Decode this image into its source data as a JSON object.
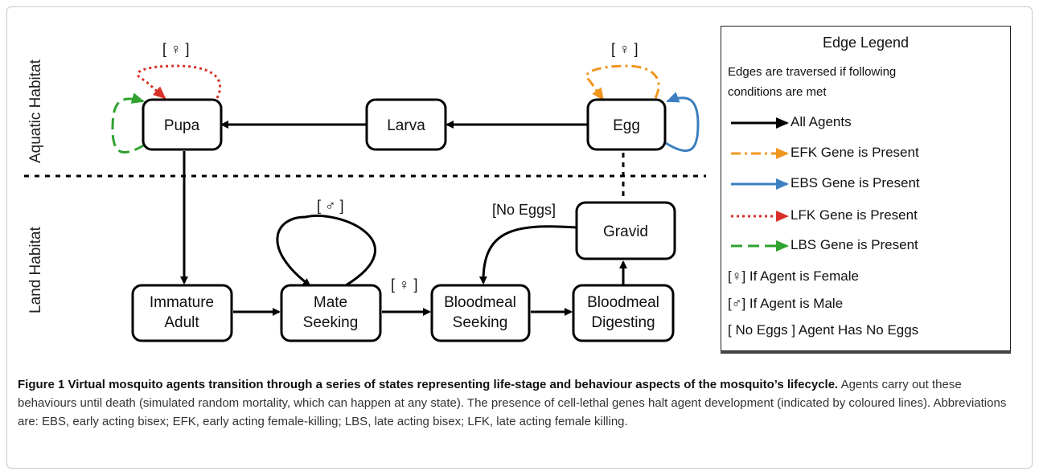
{
  "nodes": {
    "pupa": "Pupa",
    "larva": "Larva",
    "egg": "Egg",
    "gravid": "Gravid",
    "immature_adult": [
      "Immature",
      "Adult"
    ],
    "mate_seeking": [
      "Mate",
      "Seeking"
    ],
    "bloodmeal_seeking": [
      "Bloodmeal",
      "Seeking"
    ],
    "bloodmeal_digesting": [
      "Bloodmeal",
      "Digesting"
    ]
  },
  "habitats": {
    "aquatic": "Aquatic Habitat",
    "land": "Land Habitat"
  },
  "edge_labels": {
    "pupa_loop": "[ ♀ ]",
    "egg_loop": "[ ♀ ]",
    "mate_loop": "[ ♂ ]",
    "mate_to_bloodmeal": "[ ♀ ]",
    "gravid_no_eggs": "[No Eggs]"
  },
  "legend": {
    "title": "Edge Legend",
    "intro": "Edges are traversed if following conditions are met",
    "entries": [
      {
        "label": "All Agents",
        "color": "#000000",
        "style": "solid"
      },
      {
        "label": "EFK Gene is Present",
        "color": "#f0961e",
        "style": "dashdot"
      },
      {
        "label": "EBS Gene is Present",
        "color": "#3b7fc0",
        "style": "solid"
      },
      {
        "label": "LFK Gene is Present",
        "color": "#d9302a",
        "style": "dotted"
      },
      {
        "label": "LBS Gene is Present",
        "color": "#2fa22f",
        "style": "dashed"
      }
    ],
    "text_entries": [
      "[♀] If Agent is Female",
      "[♂] If Agent is Male",
      "[  No Eggs ] Agent Has No Eggs"
    ]
  },
  "caption": {
    "bold": "Figure 1 Virtual mosquito agents transition through a series of states representing life-stage and behaviour aspects of the mosquito’s lifecycle.",
    "body": " Agents carry out these behaviours until death (simulated random mortality, which can happen at any state). The presence of cell-lethal genes halt agent development (indicated by coloured lines). Abbreviations are: EBS, early acting bisex; EFK, early acting female-killing; LBS, late acting bisex; LFK, late acting female killing."
  }
}
